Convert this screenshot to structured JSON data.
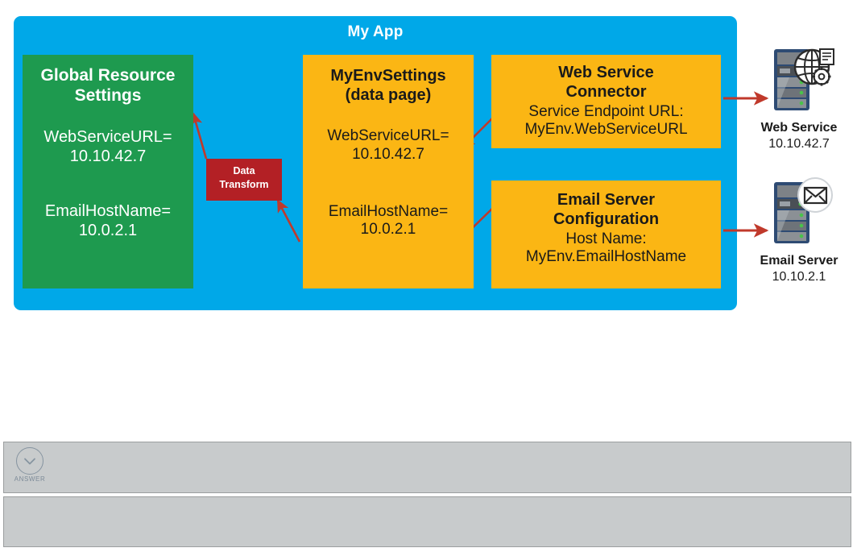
{
  "diagram": {
    "app_title": "My App",
    "canvas_color": "#00A8E8",
    "nodes": {
      "global_resource": {
        "title_line1": "Global Resource",
        "title_line2": "Settings",
        "setting1_key": "WebServiceURL=",
        "setting1_value": "10.10.42.7",
        "setting2_key": "EmailHostName=",
        "setting2_value": "10.0.2.1",
        "color": "#1E9A4F"
      },
      "env_settings": {
        "title_line1": "MyEnvSettings",
        "title_line2": "(data page)",
        "setting1_key": "WebServiceURL=",
        "setting1_value": "10.10.42.7",
        "setting2_key": "EmailHostName=",
        "setting2_value": "10.0.2.1",
        "color": "#FBB614"
      },
      "web_service_connector": {
        "title_line1": "Web Service",
        "title_line2": "Connector",
        "sub_line1": "Service Endpoint URL:",
        "sub_line2": "MyEnv.WebServiceURL",
        "color": "#FBB614"
      },
      "email_server_configuration": {
        "title_line1": "Email Server",
        "title_line2": "Configuration",
        "sub_line1": "Host Name:",
        "sub_line2": "MyEnv.EmailHostName",
        "color": "#FBB614"
      },
      "data_transform": {
        "label_line1": "Data",
        "label_line2": "Transform",
        "color": "#B32025"
      }
    },
    "devices": [
      {
        "icon": "web-service-server-icon",
        "label": "Web Service",
        "address": "10.10.42.7"
      },
      {
        "icon": "email-server-icon",
        "label": "Email Server",
        "address": "10.10.2.1"
      }
    ],
    "arrow_color": "#C0392B"
  },
  "answer": {
    "toggle_label": "ANSWER",
    "toggle_icon": "chevron-down-icon",
    "panel_color": "#C8CBCC",
    "body_text": ""
  }
}
